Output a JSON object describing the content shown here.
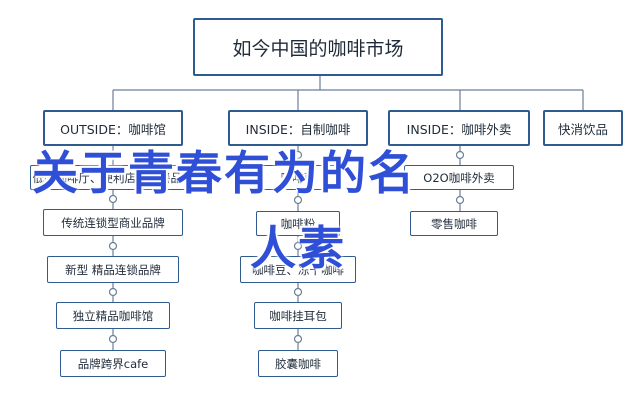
{
  "diagram": {
    "root": "如今中国的咖啡市场",
    "categories": [
      "OUTSIDE：咖啡馆",
      "INSIDE：自制咖啡",
      "INSIDE：咖啡外卖",
      "快消饮品"
    ],
    "outside_items": [
      "低端咖啡厅、便利店、快餐品牌",
      "传统连锁型商业品牌",
      "新型 精品连锁品牌",
      "独立精品咖啡馆",
      "品牌跨界cafe"
    ],
    "inside_self_items": [
      "咖啡豆",
      "咖啡粉",
      "咖啡豆、冻干咖啡",
      "咖啡挂耳包",
      "胶囊咖啡"
    ],
    "inside_takeout_items": [
      "O2O咖啡外卖",
      "零售咖啡"
    ]
  },
  "overlay": {
    "line1": "关于青春有为的名",
    "line2": "人素"
  },
  "colors": {
    "border": "#2f5b8f",
    "overlay_text": "#2f4fd6"
  }
}
